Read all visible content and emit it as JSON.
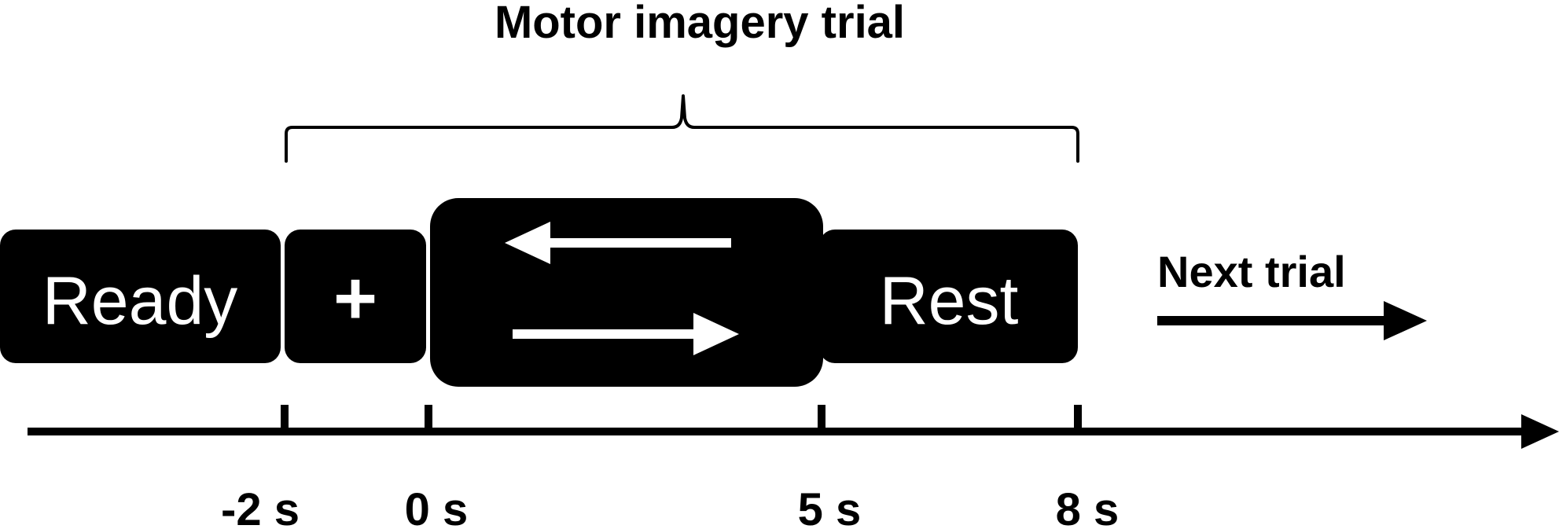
{
  "title": "Motor imagery trial",
  "phases": {
    "ready_label": "Ready",
    "fixation_symbol": "+",
    "rest_label": "Rest"
  },
  "next_trial_label": "Next trial",
  "timeline": {
    "ticks": [
      "-2 s",
      "0 s",
      "5 s",
      "8 s"
    ]
  },
  "colors": {
    "box_fill": "#000000",
    "box_text": "#ffffff",
    "line": "#000000",
    "background": "#ffffff"
  }
}
